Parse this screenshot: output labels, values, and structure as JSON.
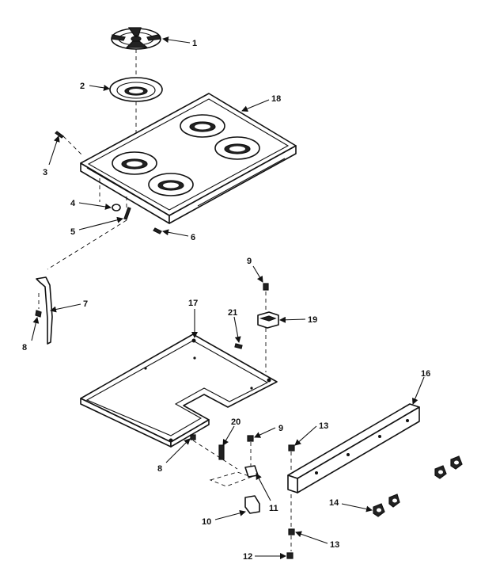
{
  "callouts": {
    "c1": "1",
    "c2": "2",
    "c3": "3",
    "c4": "4",
    "c5": "5",
    "c6": "6",
    "c7": "7",
    "c8a": "8",
    "c8b": "8",
    "c9a": "9",
    "c9b": "9",
    "c10": "10",
    "c11": "11",
    "c12": "12",
    "c13a": "13",
    "c13b": "13",
    "c14": "14",
    "c16": "16",
    "c17": "17",
    "c18": "18",
    "c19": "19",
    "c20": "20",
    "c21": "21"
  }
}
